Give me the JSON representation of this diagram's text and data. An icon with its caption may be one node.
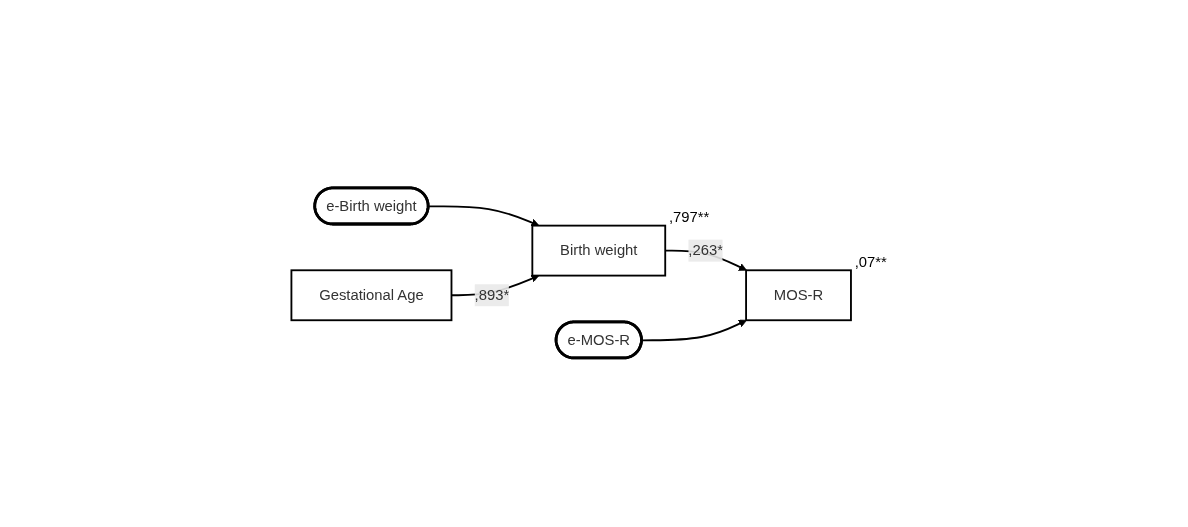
{
  "diagram": {
    "nodes": [
      {
        "text": [
          "e-Birth weight"
        ]
      },
      {
        "text": [
          "Birth weight"
        ],
        "beside": [
          ",797**"
        ]
      },
      {
        "text": [
          "e-MOS-R"
        ]
      },
      {
        "text": [
          "Gestational Age"
        ]
      },
      {
        "text": [
          "MOS-R"
        ],
        "beside": [
          ",07**"
        ]
      }
    ],
    "edges": [
      {
        "from": 0,
        "to": 1,
        "arrow": "to"
      },
      {
        "from": 3,
        "to": 1,
        "arrow": "to",
        "label": ",893*"
      },
      {
        "from": 1,
        "to": 4,
        "arrow": "to",
        "label": ",263*"
      },
      {
        "from": 2,
        "to": 4,
        "arrow": "to"
      }
    ]
  }
}
